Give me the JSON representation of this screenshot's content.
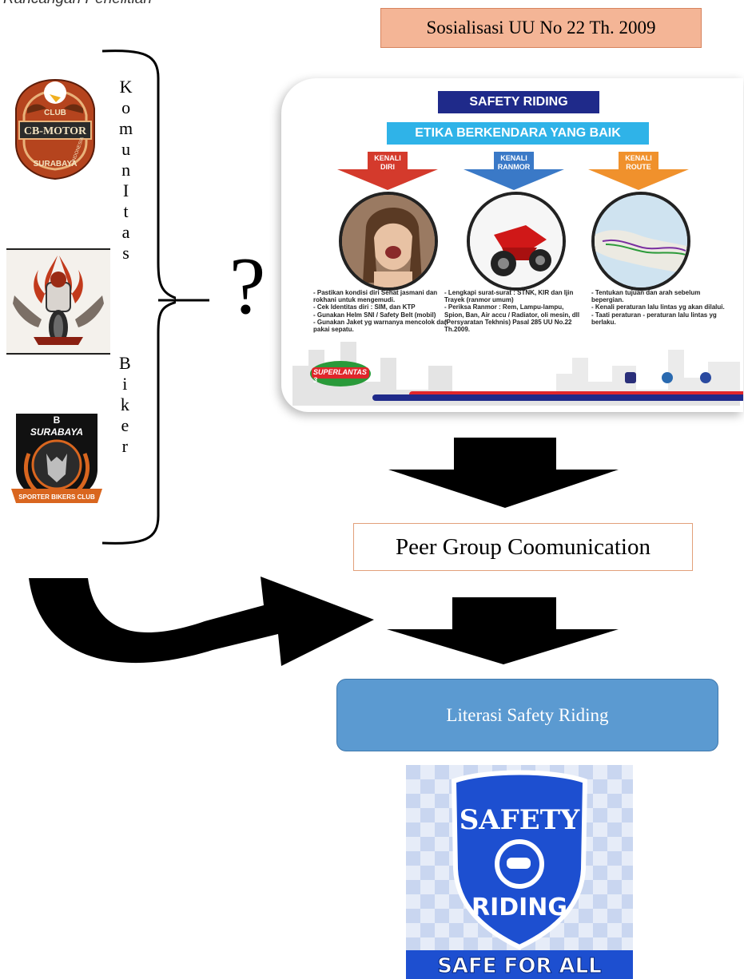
{
  "top_caption": "Rancangan Penelitian",
  "sosialisasi": "Sosialisasi UU No 22 Th. 2009",
  "vertical_words": {
    "komunitas": [
      "K",
      "o",
      "m",
      "u",
      "n",
      "I",
      "t",
      "a",
      "s"
    ],
    "biker": [
      "B",
      "i",
      "k",
      "e",
      "r"
    ]
  },
  "question": "?",
  "slide": {
    "title": "SAFETY RIDING",
    "subtitle": "ETIKA BERKENDARA YANG BAIK",
    "columns": [
      {
        "label1": "KENALI",
        "label2": "DIRI",
        "color": "#d43a2c",
        "items": [
          "Pastikan kondisi diri Sehat jasmani dan rokhani untuk mengemudi.",
          "Cek Identitas diri : SIM, dan KTP",
          "Gunakan Helm SNI / Safety Belt (mobil)",
          "Gunakan Jaket yg warnanya mencolok dan pakai sepatu."
        ]
      },
      {
        "label1": "KENALI",
        "label2": "RANMOR",
        "color": "#3a79c7",
        "items": [
          "Lengkapi surat-surat : STNK, KIR dan Ijin Trayek (ranmor umum)",
          "Periksa Ranmor : Rem, Lampu-lampu, Spion, Ban, Air accu / Radiator, oli mesin, dll (Persyaratan Tekhnis) Pasal 285 UU No.22 Th.2009."
        ]
      },
      {
        "label1": "KENALI",
        "label2": "ROUTE",
        "color": "#f0912c",
        "items": [
          "Tentukan tujuan dan arah sebelum bepergian.",
          "Kenali peraturan lalu lintas yg akan dilalui.",
          "Taati peraturan - peraturan lalu lintas yg berlaku."
        ]
      }
    ],
    "badge": "SUPERLANTAS 3"
  },
  "logos": {
    "cb_motor": {
      "top": "CLUB",
      "main": "CB-MOTOR",
      "side": "INDONESIA",
      "bottom": "SURABAYA"
    },
    "sbc": {
      "letter": "B",
      "name": "SURABAYA",
      "bottom": "SPORTER BIKERS CLUB"
    }
  },
  "peer_group": "Peer Group Coomunication",
  "literasi": "Literasi Safety Riding",
  "safety_logo": {
    "line1": "SAFETY",
    "line2": "RIDING",
    "banner": "SAFE FOR ALL"
  },
  "colors": {
    "salmon": "#f4b596",
    "blue_box": "#5b9ad1",
    "slide_navy": "#1f2a8a",
    "slide_cyan": "#2fb3e8"
  }
}
